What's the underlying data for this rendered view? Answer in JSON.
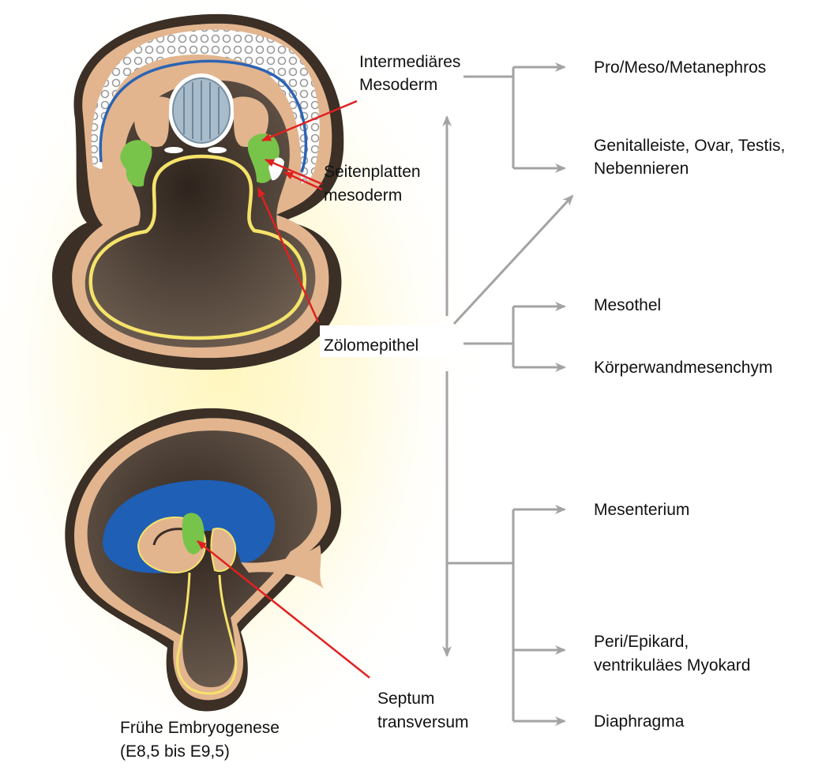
{
  "labels": {
    "intermediaeres_l1": "Intermediäres",
    "intermediaeres_l2": "Mesoderm",
    "seitenplatten_l1": "Seitenplatten",
    "seitenplatten_l2": "mesoderm",
    "zoelomepithel": "Zölomepithel",
    "septum_l1": "Septum",
    "septum_l2": "transversum",
    "caption_l1": "Frühe Embryogenese",
    "caption_l2": "(E8,5 bis E9,5)"
  },
  "targets": {
    "pro_meso_meta": "Pro/Meso/Metanephros",
    "genital_l1": "Genitalleiste, Ovar, Testis,",
    "genital_l2": "Nebennieren",
    "mesothel": "Mesothel",
    "koerperwand": "Körperwandmesenchym",
    "mesenterium": "Mesenterium",
    "periepikard_l1": "Peri/Epikard,",
    "periepikard_l2": "ventrikuläes Myokard",
    "diaphragma": "Diaphragma"
  },
  "colors": {
    "arrow_gray": "#a3a3a3",
    "pointer_red": "#e02020",
    "embryo_dark": "#4a3c31",
    "embryo_tan": "#e2b58f",
    "mesoderm_green": "#78c44a",
    "endoderm_yellow": "#f5e36a",
    "blue": "#2060b8",
    "glow": "#fff4b0"
  }
}
